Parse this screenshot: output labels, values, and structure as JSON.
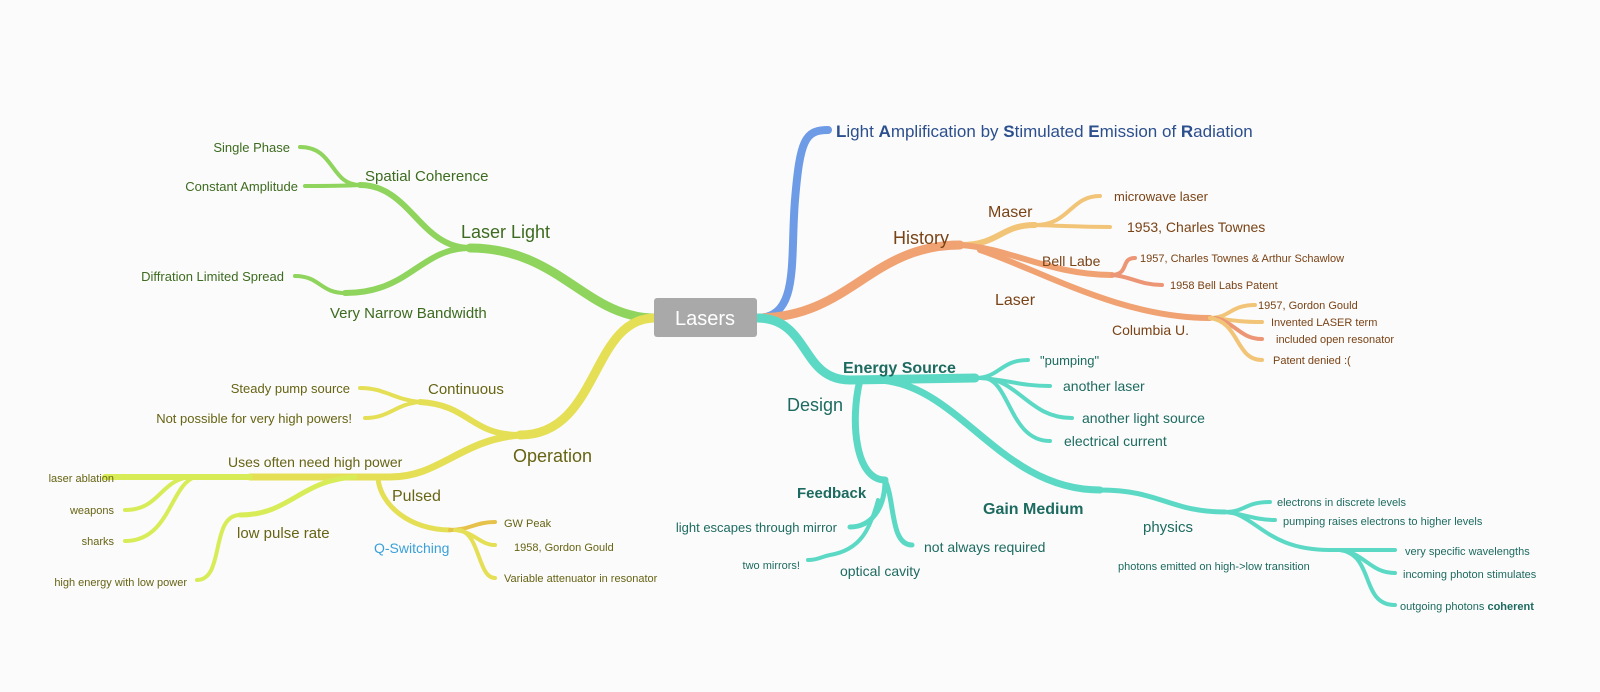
{
  "central": "Lasers",
  "acronym": {
    "parts": [
      {
        "cap": "L",
        "rest": "ight "
      },
      {
        "cap": "A",
        "rest": "mplification by "
      },
      {
        "cap": "S",
        "rest": "timulated "
      },
      {
        "cap": "E",
        "rest": "mission of "
      },
      {
        "cap": "R",
        "rest": "adiation"
      }
    ]
  },
  "laser_light": {
    "label": "Laser Light",
    "spatial": {
      "label": "Spatial Coherence",
      "items": [
        "Single Phase",
        "Constant Amplitude"
      ]
    },
    "bandwidth": {
      "label": "Very Narrow Bandwidth",
      "items": [
        "Diffration Limited Spread"
      ]
    }
  },
  "operation": {
    "label": "Operation",
    "continuous": {
      "label": "Continuous",
      "items": [
        "Steady pump source",
        "Not possible for very high powers!"
      ]
    },
    "uses": {
      "label": "Uses often need high power",
      "items": [
        "laser ablation",
        "weapons",
        "sharks"
      ]
    },
    "low_pulse": {
      "label": "low pulse rate",
      "items": [
        "high energy with low power"
      ]
    },
    "pulsed": {
      "label": "Pulsed"
    },
    "qswitch": {
      "label": "Q-Switching",
      "items": [
        "GW Peak",
        "1958, Gordon Gould",
        "Variable attenuator in resonator"
      ]
    }
  },
  "history": {
    "label": "History",
    "maser": {
      "label": "Maser",
      "items": [
        "microwave laser",
        "1953, Charles Townes"
      ]
    },
    "bell": {
      "label": "Bell Labe",
      "items": [
        "1957, Charles Townes & Arthur Schawlow",
        "1958 Bell Labs Patent"
      ]
    },
    "laser": {
      "label": "Laser"
    },
    "columbia": {
      "label": "Columbia U.",
      "items": [
        "1957, Gordon Gould",
        "Invented LASER term",
        "included open resonator",
        "Patent denied :("
      ]
    }
  },
  "design": {
    "label": "Design",
    "energy": {
      "label": "Energy Source",
      "items": [
        "\"pumping\"",
        "another laser",
        "another light source",
        "electrical current"
      ]
    },
    "feedback": {
      "label": "Feedback",
      "items": [
        "light escapes through mirror",
        "not always required"
      ]
    },
    "cavity": {
      "label": "optical cavity",
      "items": [
        "two mirrors!"
      ]
    },
    "gain": {
      "label": "Gain Medium"
    },
    "physics": {
      "label": "physics",
      "items": [
        "electrons in discrete levels",
        "pumping raises electrons to higher levels"
      ]
    },
    "photons": {
      "label": "photons emitted on high->low transition",
      "items": [
        "very specific wavelengths",
        "incoming photon stimulates"
      ],
      "outgoing": "outgoing photons ",
      "coherent": "coherent"
    }
  }
}
